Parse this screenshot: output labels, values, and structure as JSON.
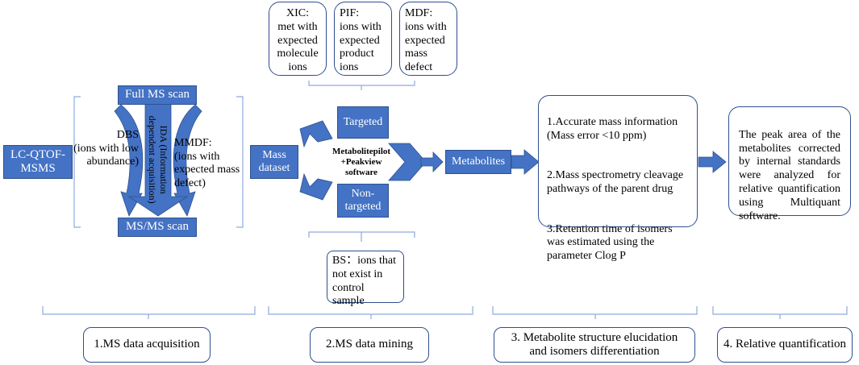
{
  "sample": {
    "label": "LC-QTOF-\nMSMS"
  },
  "acquisition": {
    "full_ms": "Full MS scan",
    "msms": "MS/MS scan",
    "ida": "IDA (Information\ndependent acquisition)",
    "dbs": "DBS\n(ions with low\nabundance)",
    "mmdf": "MMDF:\n(ions with\nexpected mass\ndefect)"
  },
  "dataset": {
    "label": "Mass\ndataset"
  },
  "software": {
    "label": "Metabolitepilot\n+Peakview\nsoftware"
  },
  "targeted": {
    "label": "Targeted"
  },
  "nontargeted": {
    "label": "Non-\ntargeted"
  },
  "filters": {
    "xic": "XIC:\nmet with\nexpected\nmolecule\nions",
    "pif": "PIF:\nions with\nexpected\nproduct\nions",
    "mdf": "MDF:\nions with\nexpected\nmass\ndefect"
  },
  "bs": {
    "label": "BS：ions that\nnot exist in\ncontrol sample"
  },
  "metabolites": {
    "label": "Metabolites"
  },
  "info_box": {
    "item1": "1.Accurate mass information\n(Mass error <10 ppm)",
    "item2": "2.Mass spectrometry cleavage\npathways of the parent drug",
    "item3": "3.Retention time of isomers\nwas estimated using the\nparameter Clog P"
  },
  "quant_box": {
    "text": "The peak area of the metabolites corrected by internal standards were analyzed for relative quantification using Multiquant software."
  },
  "stages": {
    "s1": "1.MS data acquisition",
    "s2": "2.MS data mining",
    "s3": "3. Metabolite structure elucidation\nand isomers differentiation",
    "s4": "4. Relative quantification"
  },
  "colors": {
    "fill": "#4472c4",
    "border": "#2f528f",
    "bracket": "#8eaadb"
  }
}
